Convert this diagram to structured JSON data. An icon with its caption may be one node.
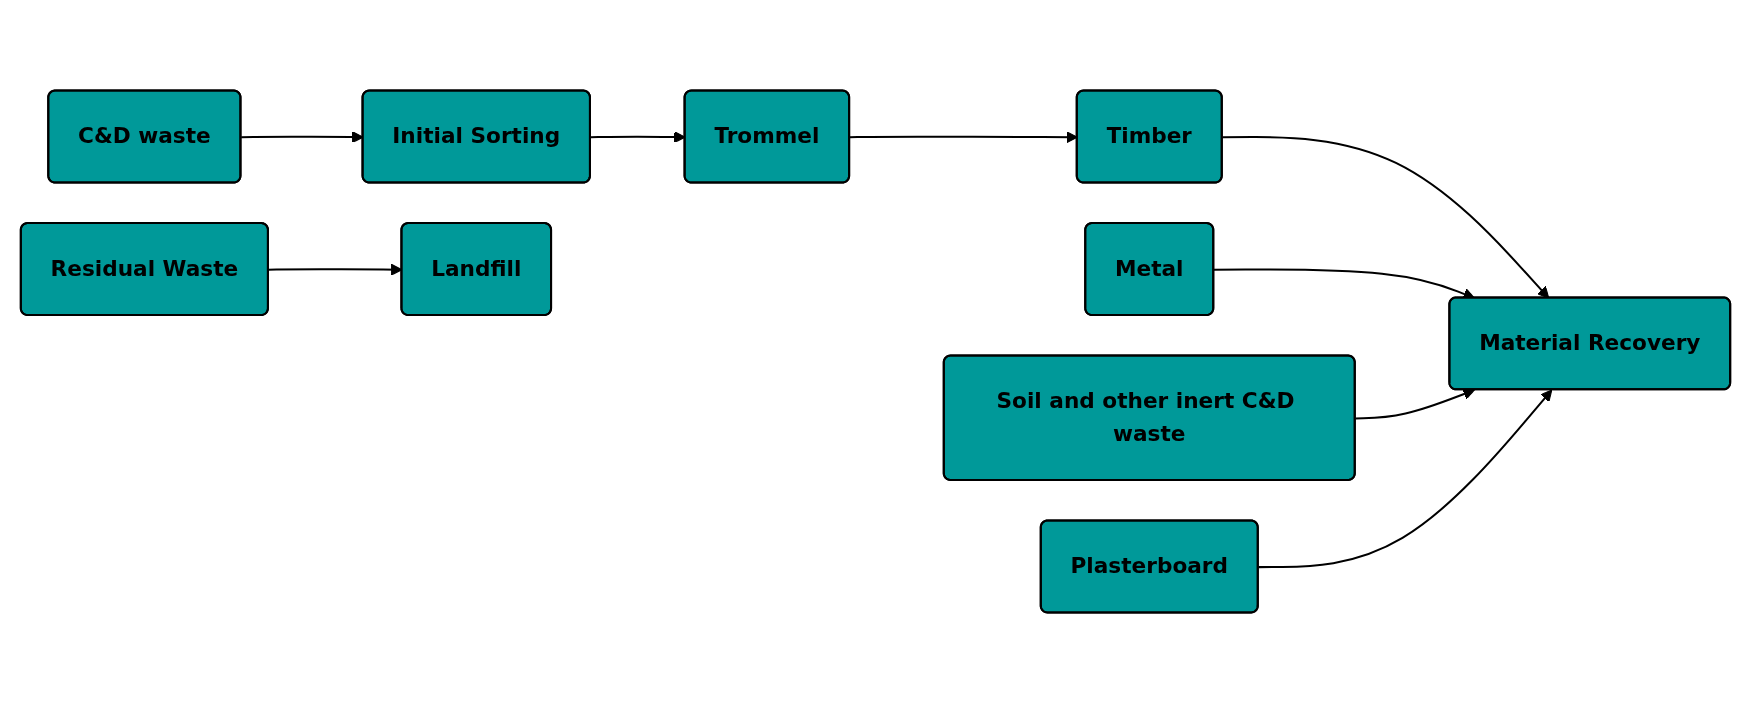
{
  "diagram": {
    "nodes": [
      {
        "text": [
          "C&D waste"
        ]
      },
      {
        "text": [
          "Initial Sorting"
        ]
      },
      {
        "text": [
          "Trommel"
        ]
      },
      {
        "text": [
          "Timber"
        ]
      },
      {
        "text": [
          "Metal"
        ]
      },
      {
        "text": [
          "Soil and other inert C&D waste"
        ]
      },
      {
        "text": [
          "Plasterboard"
        ]
      },
      {
        "text": [
          "Material Recovery"
        ]
      },
      {
        "text": [
          "Residual Waste"
        ]
      },
      {
        "text": [
          "Landfill"
        ]
      }
    ],
    "edges": [
      {
        "from": 0,
        "to": 1,
        "arrow": "to"
      },
      {
        "from": 1,
        "to": 2,
        "arrow": "to"
      },
      {
        "from": 2,
        "to": 3,
        "arrow": "to"
      },
      {
        "from": 3,
        "to": 7,
        "arrow": "to"
      },
      {
        "from": 4,
        "to": 7,
        "arrow": "to"
      },
      {
        "from": 5,
        "to": 7,
        "arrow": "to"
      },
      {
        "from": 6,
        "to": 7,
        "arrow": "to"
      },
      {
        "from": 8,
        "to": 9,
        "arrow": "to"
      }
    ]
  }
}
